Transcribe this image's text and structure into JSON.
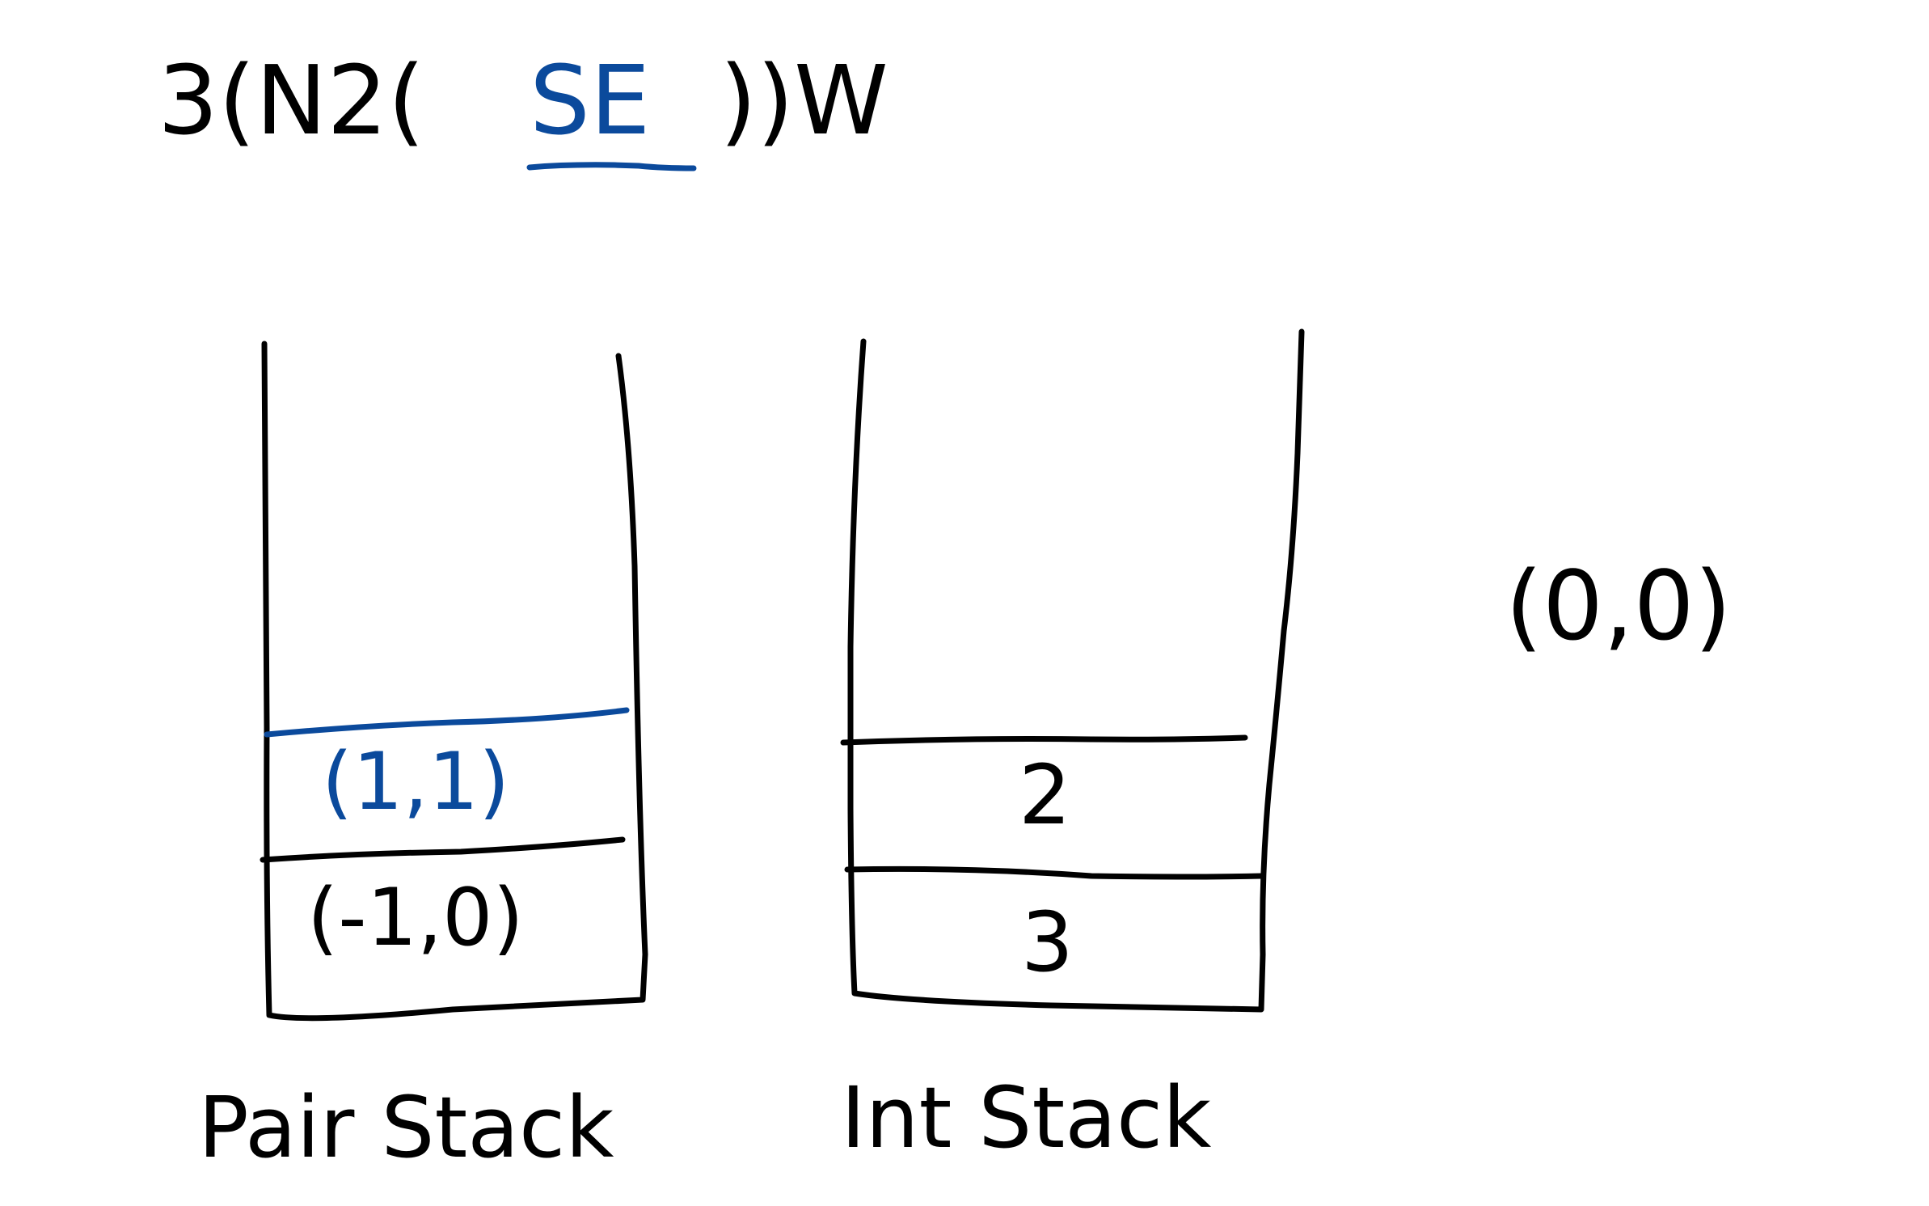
{
  "expression": {
    "prefix": "3(N2(",
    "highlight": "SE",
    "suffix": "))W",
    "highlight_color": "#0b4a9c"
  },
  "pair_stack": {
    "label": "Pair Stack",
    "items": [
      {
        "text": "(1,1)",
        "color": "#0b4a9c"
      },
      {
        "text": "(-1,0)",
        "color": "#000000"
      }
    ]
  },
  "int_stack": {
    "label": "Int Stack",
    "items": [
      {
        "text": "2"
      },
      {
        "text": "3"
      }
    ]
  },
  "position": {
    "text": "(0,0)"
  }
}
